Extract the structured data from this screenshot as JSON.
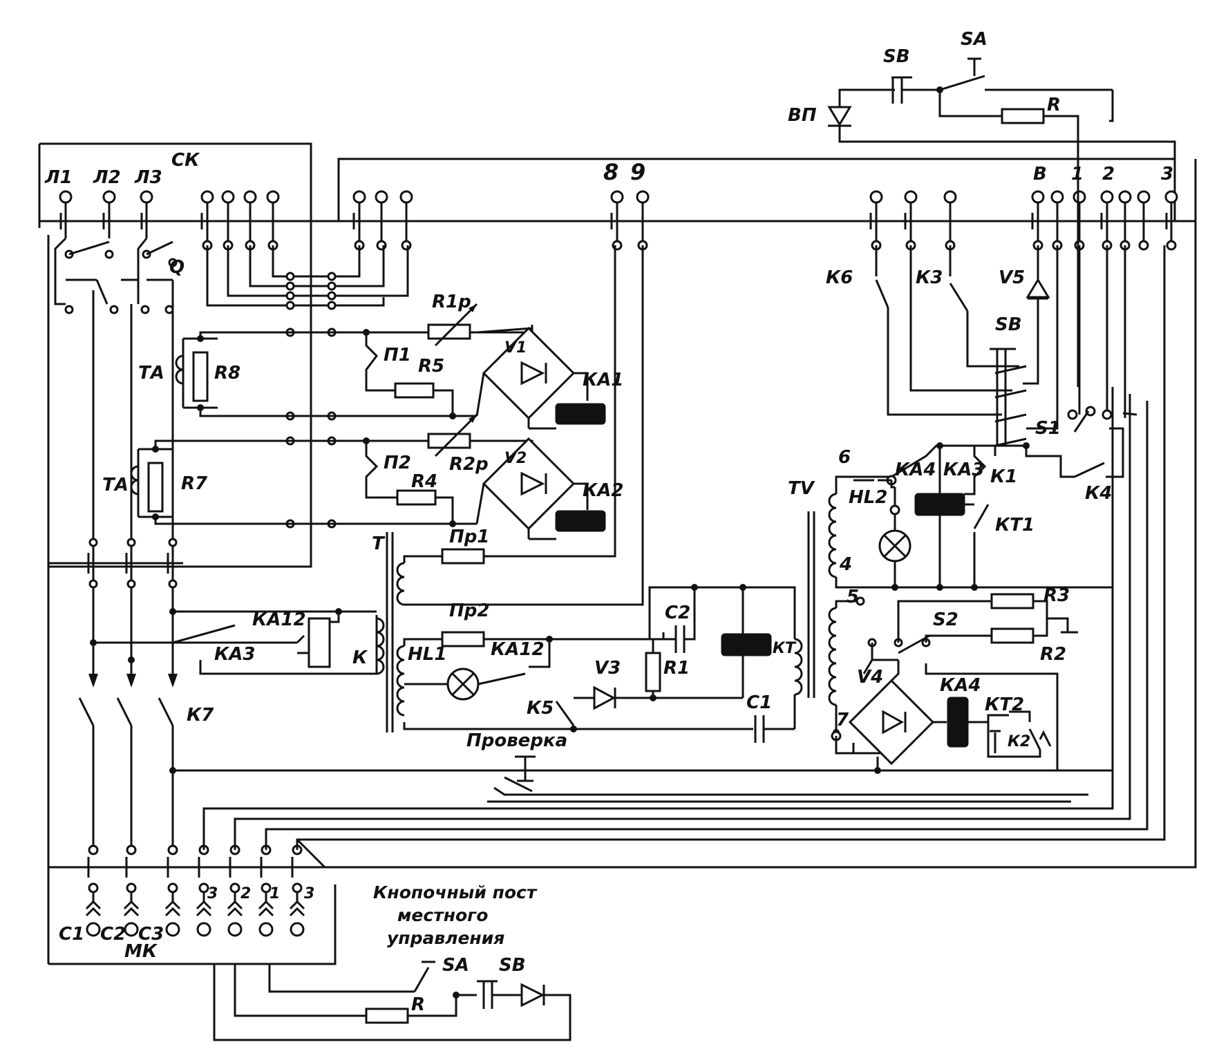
{
  "labels": {
    "l1": "Л1",
    "l2": "Л2",
    "l3": "Л3",
    "sk": "СК",
    "q": "Q",
    "ta_top": "ТА",
    "ta_bottom": "ТА",
    "r8": "R8",
    "r7": "R7",
    "r1p": "R1р",
    "r2p": "R2р",
    "p1": "П1",
    "p2": "П2",
    "r5": "R5",
    "r4": "R4",
    "v1": "V1",
    "v2": "V2",
    "ka1": "КА1",
    "ka2": "КА2",
    "t": "Т",
    "pr1": "Пр1",
    "pr2": "Пр2",
    "hl1": "HL1",
    "ka12_bottom": "КА12",
    "ka12_top": "КА12",
    "ka3_left": "КА3",
    "k": "К",
    "k7": "К7",
    "c2": "С2",
    "r1": "R1",
    "v3": "V3",
    "k5": "К5",
    "c1": "С1",
    "kt": "КТ",
    "proverka": "Проверка",
    "term_8": "8",
    "term_9": "9",
    "term_v": "В",
    "term_1": "1",
    "term_2": "2",
    "term_3": "3",
    "sb_top": "SB",
    "sa_top": "SA",
    "vp": "ВП",
    "r_top": "R",
    "k6": "К6",
    "k3": "К3",
    "v5": "V5",
    "sb_mid": "SB",
    "s1": "S1",
    "k1": "К1",
    "k4": "К4",
    "n6": "6",
    "n4": "4",
    "n5": "5",
    "n7": "7",
    "tv": "TV",
    "hl2": "HL2",
    "ka4_top": "КА4",
    "ka3_right": "КА3",
    "kt1": "КТ1",
    "r3": "R3",
    "s2": "S2",
    "r2": "R2",
    "v4": "V4",
    "ka4_bottom": "КА4",
    "kt2": "КТ2",
    "k2": "К2",
    "c1_mk": "С1",
    "c2_mk": "С2",
    "c3_mk": "С3",
    "mk": "МК",
    "plug_3a": "3",
    "plug_2": "2",
    "plug_1": "1",
    "plug_3b": "3",
    "post_line1": "Кнопочный пост",
    "post_line2": "местного",
    "post_line3": "управления",
    "sa_bottom": "SA",
    "sb_bottom": "SB",
    "r_bottom": "R"
  }
}
